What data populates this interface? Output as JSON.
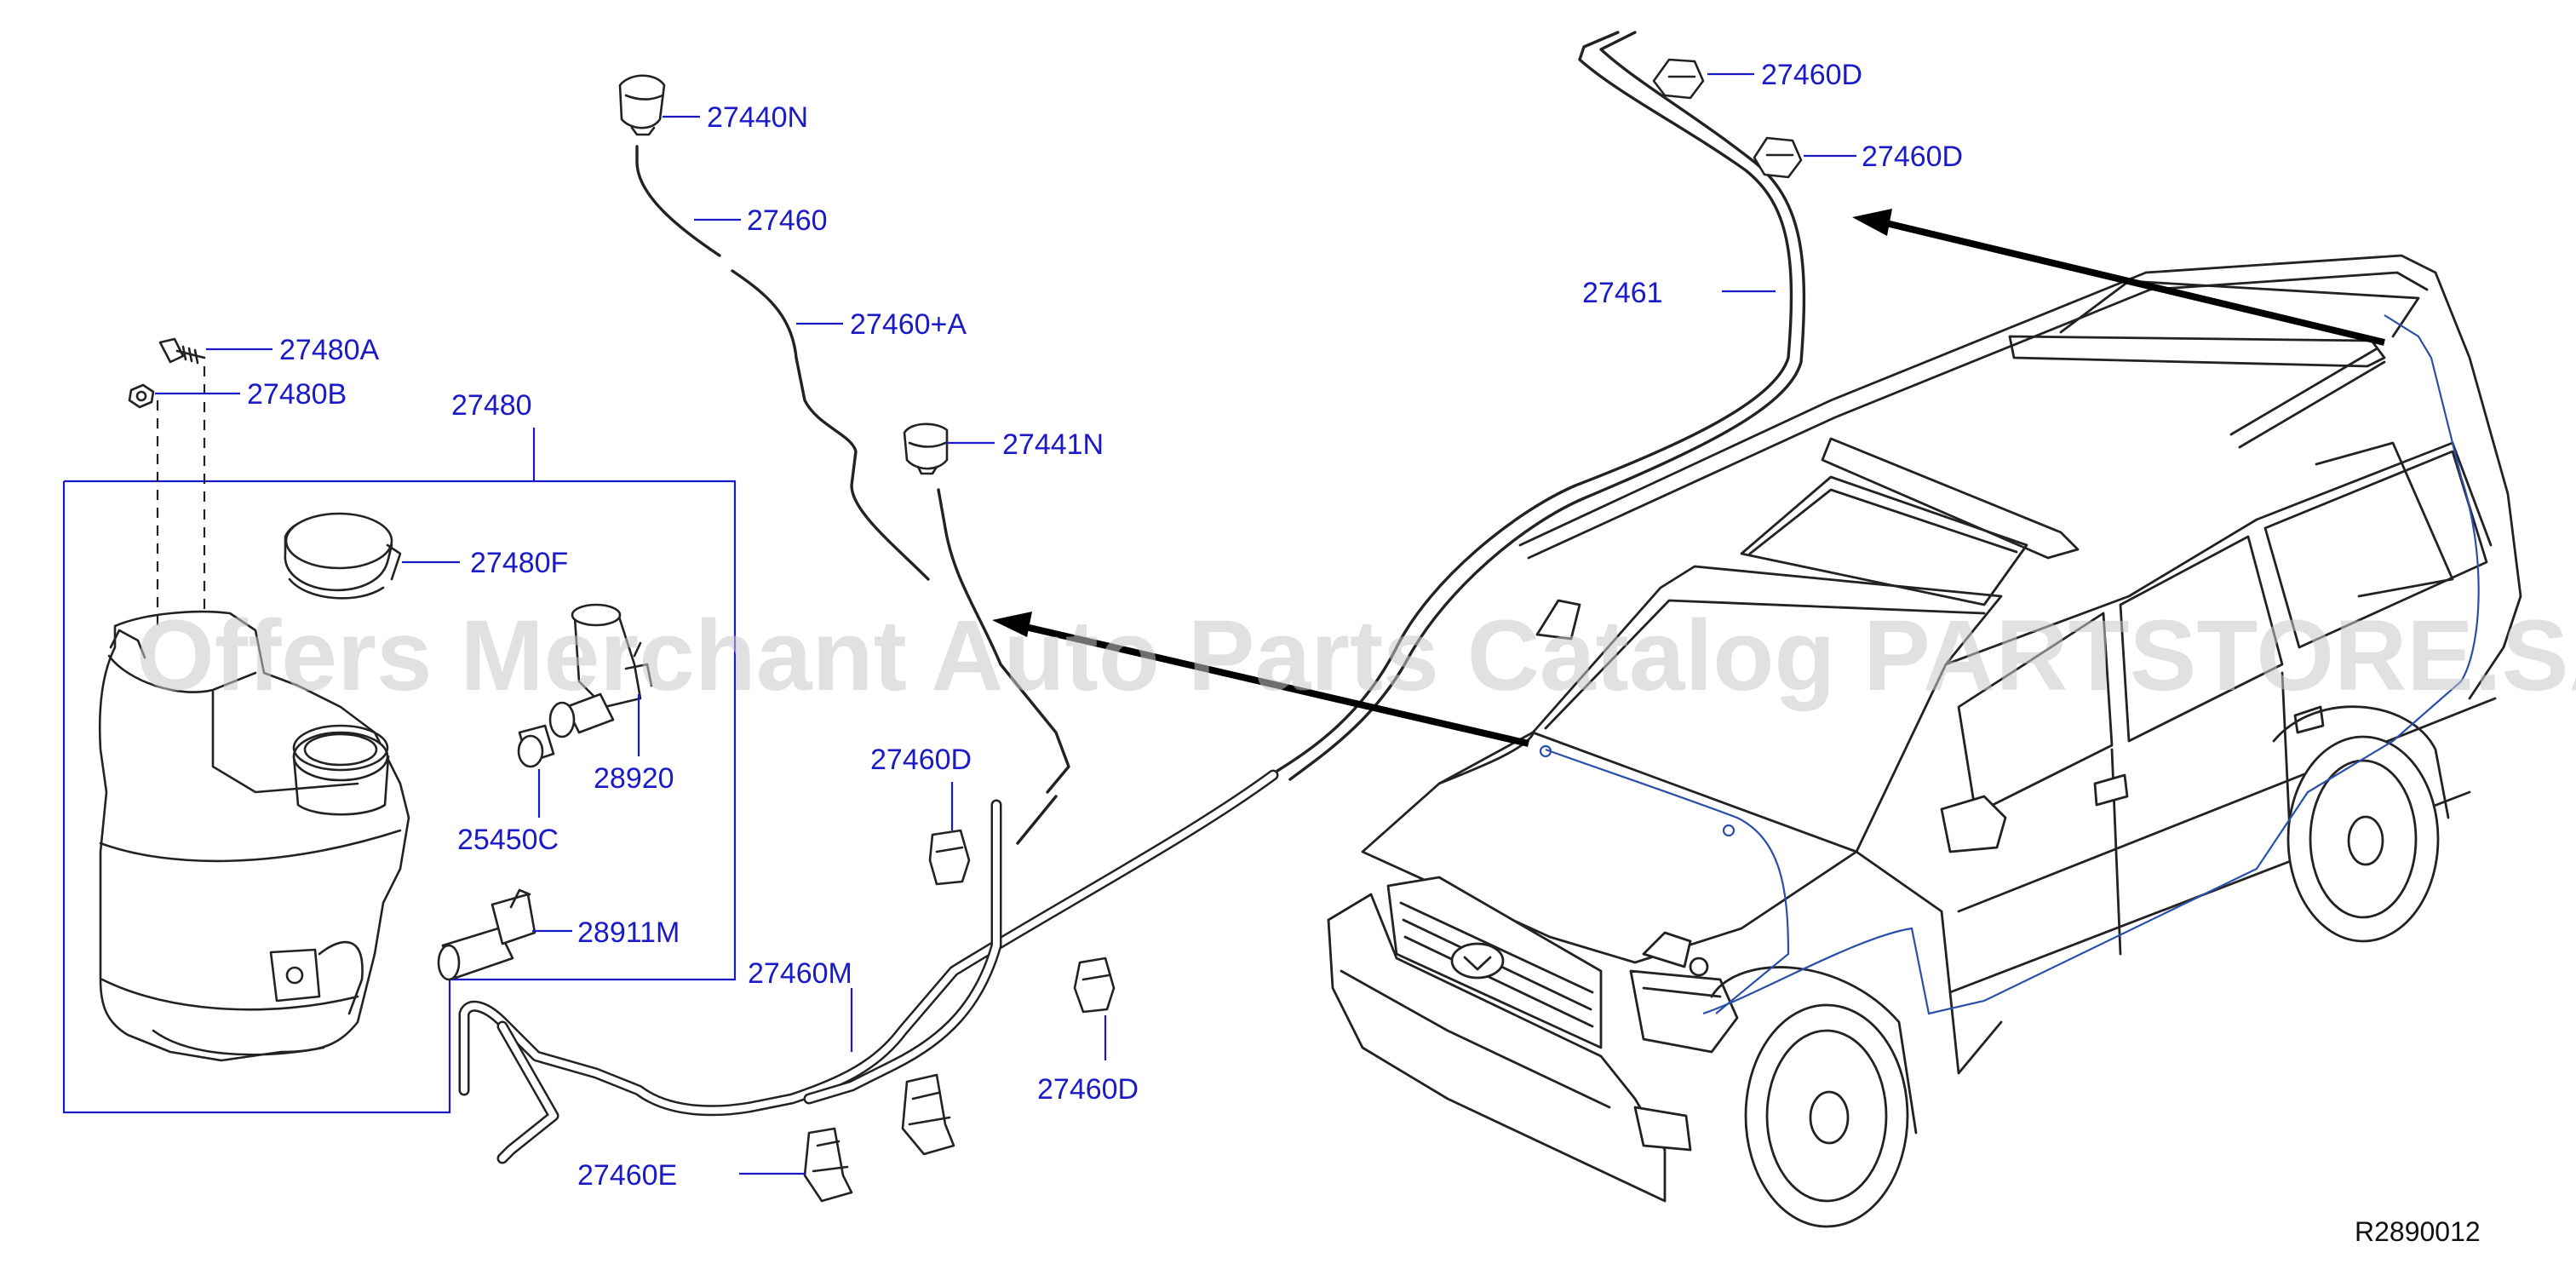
{
  "watermark": "Offers Merchant Auto Parts Catalog PARTSTORE.SA",
  "reference_code": "R2890012",
  "colors": {
    "label": "#1a1ac8",
    "line": "#222222",
    "harness": "#2a4fa8",
    "watermark": "#c8c8c8"
  },
  "callouts": {
    "c27440N": "27440N",
    "c27460": "27460",
    "c27460A": "27460+A",
    "c27441N": "27441N",
    "c27480A": "27480A",
    "c27480B": "27480B",
    "c27480": "27480",
    "c27480F": "27480F",
    "c28920": "28920",
    "c25450C": "25450C",
    "c28911M": "28911M",
    "c27460D_mid": "27460D",
    "c27460M": "27460M",
    "c27460D_low": "27460D",
    "c27460E": "27460E",
    "c27461": "27461",
    "c27460D_top1": "27460D",
    "c27460D_top2": "27460D"
  }
}
